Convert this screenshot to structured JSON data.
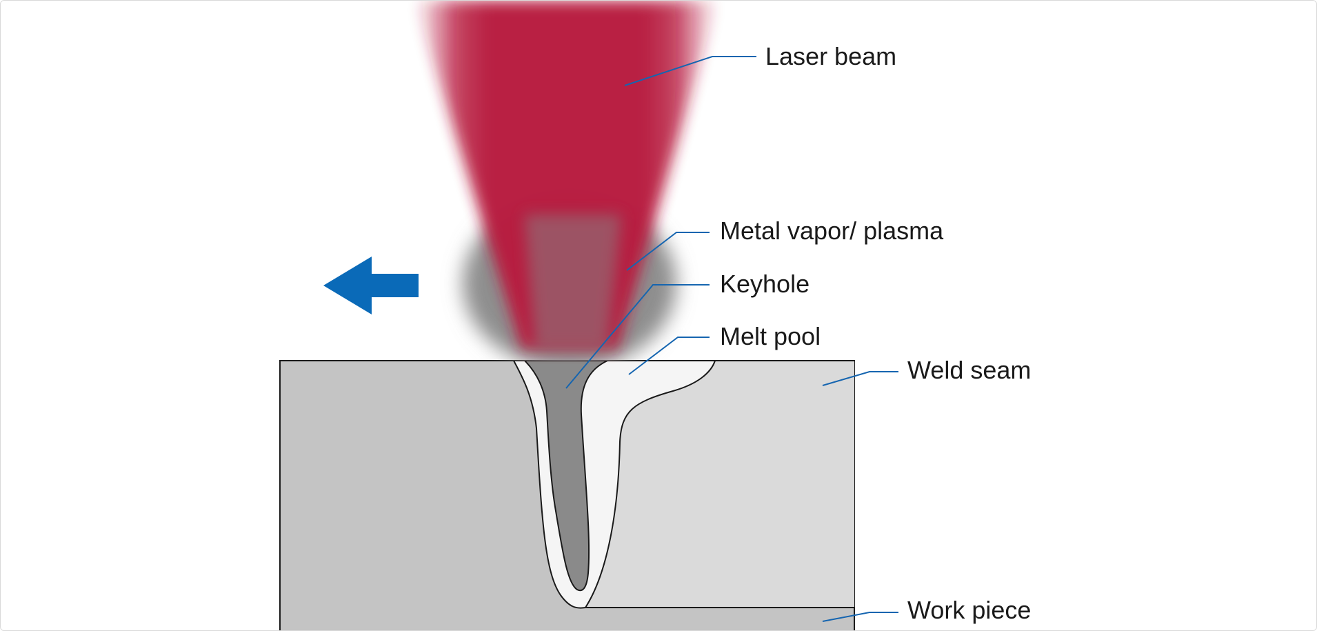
{
  "labels": {
    "laser_beam": "Laser beam",
    "metal_vapor": "Metal vapor/ plasma",
    "keyhole": "Keyhole",
    "melt_pool": "Melt pool",
    "weld_seam": "Weld seam",
    "work_piece": "Work piece"
  },
  "colors": {
    "laser": "#b81c41",
    "plasma": "#8c8c8c",
    "workpiece": "#c4c4c4",
    "weld_seam": "#dadada",
    "melt_pool": "#f5f5f5",
    "keyhole": "#8a8a8a",
    "leader_line": "#1565b0",
    "arrow": "#0a6ab8"
  },
  "icons": {
    "direction_arrow": "arrow-left-icon"
  }
}
